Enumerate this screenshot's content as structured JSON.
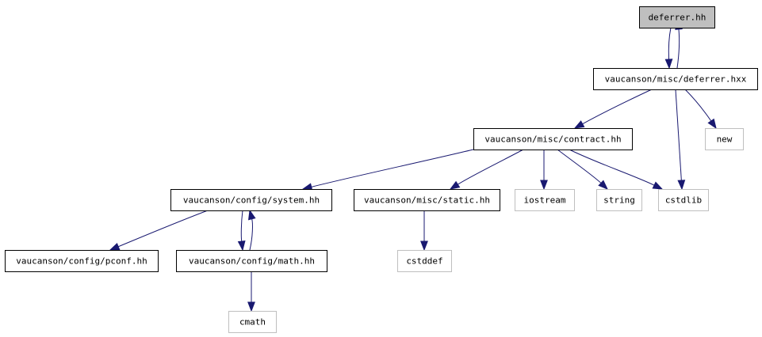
{
  "diagram": {
    "title": "",
    "colors": {
      "root_fill": "#bfbfbf",
      "node_fill": "#ffffff",
      "local_border": "#000000",
      "system_border": "#bfbfbf",
      "edge": "#191970"
    },
    "nodes": [
      {
        "id": "deferrer_hh",
        "label": "deferrer.hh",
        "kind": "root"
      },
      {
        "id": "deferrer_hxx",
        "label": "vaucanson/misc/deferrer.hxx",
        "kind": "local"
      },
      {
        "id": "contract_hh",
        "label": "vaucanson/misc/contract.hh",
        "kind": "local"
      },
      {
        "id": "new",
        "label": "new",
        "kind": "system"
      },
      {
        "id": "system_hh",
        "label": "vaucanson/config/system.hh",
        "kind": "local"
      },
      {
        "id": "static_hh",
        "label": "vaucanson/misc/static.hh",
        "kind": "local"
      },
      {
        "id": "iostream",
        "label": "iostream",
        "kind": "system"
      },
      {
        "id": "string",
        "label": "string",
        "kind": "system"
      },
      {
        "id": "cstdlib",
        "label": "cstdlib",
        "kind": "system"
      },
      {
        "id": "pconf_hh",
        "label": "vaucanson/config/pconf.hh",
        "kind": "local"
      },
      {
        "id": "math_hh",
        "label": "vaucanson/config/math.hh",
        "kind": "local"
      },
      {
        "id": "cstddef",
        "label": "cstddef",
        "kind": "system"
      },
      {
        "id": "cmath",
        "label": "cmath",
        "kind": "system"
      }
    ],
    "edges": [
      {
        "from": "deferrer_hh",
        "to": "deferrer_hxx"
      },
      {
        "from": "deferrer_hxx",
        "to": "deferrer_hh"
      },
      {
        "from": "deferrer_hxx",
        "to": "contract_hh"
      },
      {
        "from": "deferrer_hxx",
        "to": "new"
      },
      {
        "from": "deferrer_hxx",
        "to": "cstdlib"
      },
      {
        "from": "contract_hh",
        "to": "system_hh"
      },
      {
        "from": "contract_hh",
        "to": "static_hh"
      },
      {
        "from": "contract_hh",
        "to": "iostream"
      },
      {
        "from": "contract_hh",
        "to": "string"
      },
      {
        "from": "contract_hh",
        "to": "cstdlib"
      },
      {
        "from": "system_hh",
        "to": "pconf_hh"
      },
      {
        "from": "system_hh",
        "to": "math_hh"
      },
      {
        "from": "math_hh",
        "to": "system_hh"
      },
      {
        "from": "static_hh",
        "to": "cstddef"
      },
      {
        "from": "math_hh",
        "to": "cmath"
      }
    ]
  }
}
